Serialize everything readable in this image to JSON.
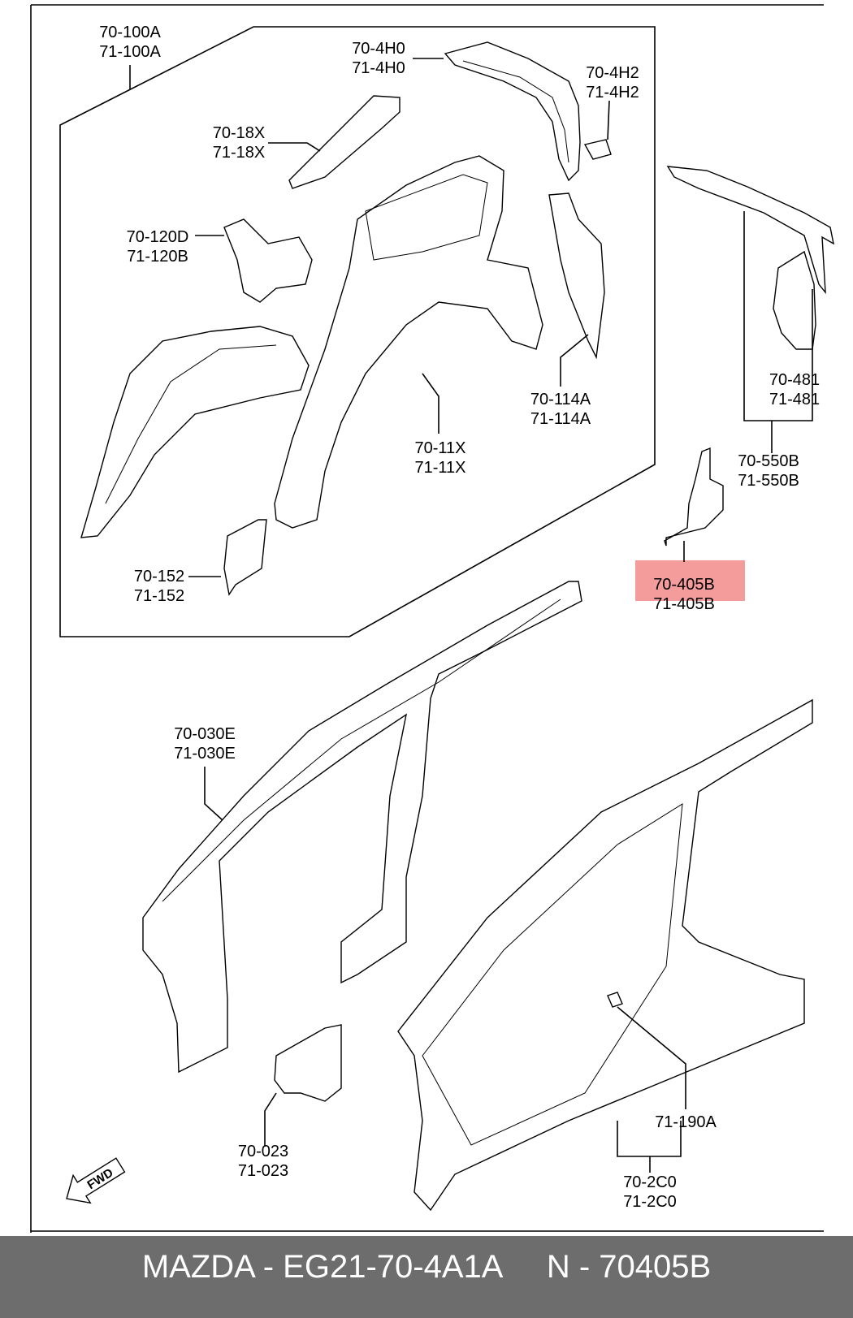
{
  "callouts": {
    "group": [
      "70-100A",
      "71-100A"
    ],
    "hinner": [
      "70-4H0",
      "71-4H0"
    ],
    "h2": [
      "70-4H2",
      "71-4H2"
    ],
    "x18": [
      "70-18X",
      "71-18X"
    ],
    "p120": [
      "70-120D",
      "71-120B"
    ],
    "p114": [
      "70-114A",
      "71-114A"
    ],
    "p11x": [
      "70-11X",
      "71-11X"
    ],
    "p152": [
      "70-152",
      "71-152"
    ],
    "p481": [
      "70-481",
      "71-481"
    ],
    "p550": [
      "70-550B",
      "71-550B"
    ],
    "p405": [
      "70-405B",
      "71-405B"
    ],
    "p030": [
      "70-030E",
      "71-030E"
    ],
    "p023": [
      "70-023",
      "71-023"
    ],
    "p190": [
      "71-190A"
    ],
    "p2c0": [
      "70-2C0",
      "71-2C0"
    ]
  },
  "fwd_label": "FWD",
  "highlight_color": "#f28b8b",
  "caption": "MAZDA - EG21-70-4A1A     N - 70405B"
}
